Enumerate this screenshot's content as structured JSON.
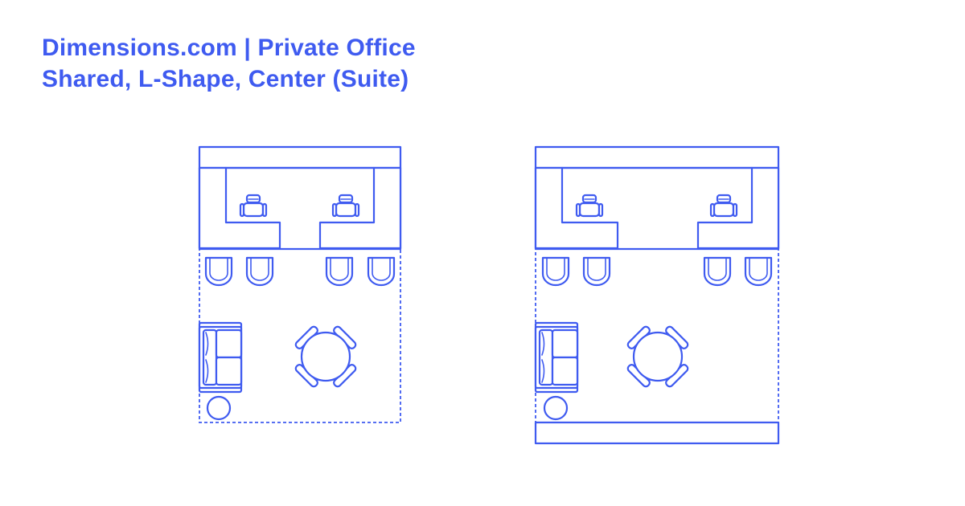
{
  "header": {
    "line1": "Dimensions.com | Private Office",
    "line2": "Shared, L-Shape, Center (Suite)"
  },
  "colors": {
    "accent": "#3f5bf0",
    "background": "#ffffff"
  },
  "plans": [
    {
      "variant": "open-bottom-dashed"
    },
    {
      "variant": "closed-bottom-wall"
    }
  ]
}
